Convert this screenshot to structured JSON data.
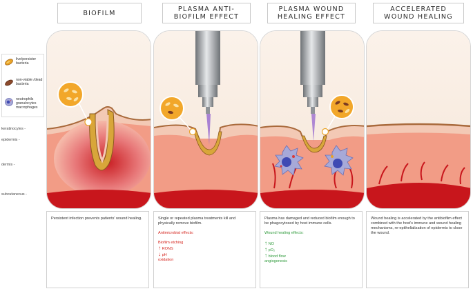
{
  "headers": [
    "BIOFILM",
    "PLASMA ANTI-BIOFILM EFFECT",
    "PLASMA WOUND HEALING EFFECT",
    "ACCELERATED WOUND HEALING"
  ],
  "legend": {
    "live": "live/persister bacteria",
    "dead": "non-viable /dead bacteria",
    "immune": "neutrophils granulocytes macrophages"
  },
  "layers": {
    "keratinocytes": "keratinocytes -",
    "epidermis": "epidermis -",
    "dermis": "dermis -",
    "subcutaneous": "subcutaneous -"
  },
  "panel1": {
    "text": "Persistent infection prevents patients' wound healing."
  },
  "panel2": {
    "text": "Single or repeated plasma treatments kill and physically remove biofilm.",
    "effects_title": "Antimicrobial effects:",
    "item1": "Biofilm etching",
    "item2_arrow": "↑",
    "item2": "RONS",
    "item3_arrow": "↓",
    "item3": "pH",
    "item4": "oxidation"
  },
  "panel3": {
    "text": "Plasma has damaged and reduced biofilm enough to be phagocytosed by host immune cells.",
    "effects_title": "Wound healing effects:",
    "item1_arrow": "↑",
    "item1": "NO",
    "item2_arrow": "↑",
    "item2": "pO₂",
    "item3_arrow": "↑",
    "item3": "blood flow",
    "item4": "angiogenesis"
  },
  "panel4": {
    "text": "Wound healing is accelerated by the antibiofilm effect combined with the host's immune and wound healing mechanisms, re-epithelialization of epidermis to close the wound."
  },
  "colors": {
    "skin_top": "#f6e4d4",
    "keratin": "#a96a3c",
    "epidermis": "#f7d8c7",
    "dermis": "#f29c86",
    "dermis_red": "#d83a3a",
    "subcutaneous": "#c8161c",
    "biofilm": "#d8a63a",
    "probe": "#8f9398",
    "plasma": "#9b6fd0",
    "text_red": "#d5261f",
    "text_green": "#2e9a3a"
  }
}
